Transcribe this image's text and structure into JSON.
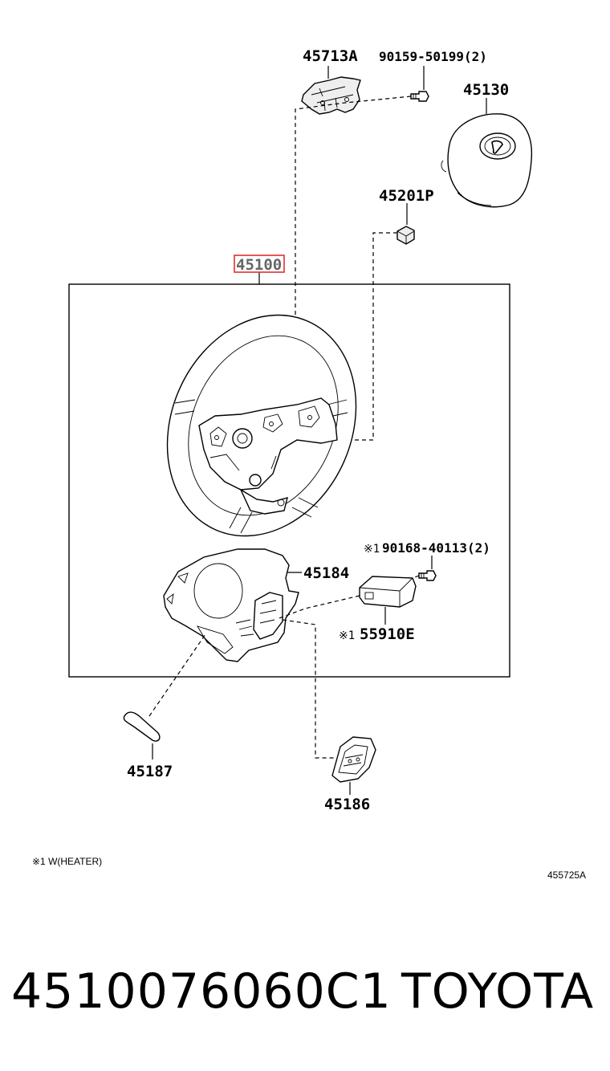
{
  "labels": {
    "p45713a": "45713A",
    "p90159": "90159-50199(2)",
    "p45130": "45130",
    "p45201p": "45201P",
    "p45100": "45100",
    "p90168": "90168-40113(2)",
    "p45184": "45184",
    "p55910e": "55910E",
    "p45187": "45187",
    "p45186": "45186"
  },
  "marks": {
    "heater_mark_a": "※1",
    "heater_mark_b": "※1"
  },
  "notes": {
    "heater": "※1 W(HEATER)",
    "diagram_code": "455725A"
  },
  "footer": {
    "part_number": "4510076060C1",
    "brand": "TOYOTA"
  },
  "colors": {
    "highlight": "#e03030"
  }
}
